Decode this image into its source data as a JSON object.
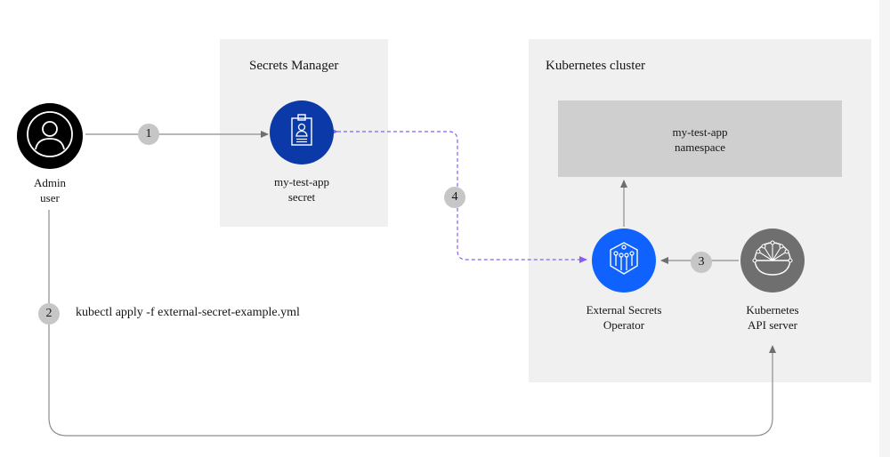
{
  "panels": {
    "secrets_manager": {
      "title": "Secrets Manager"
    },
    "kubernetes_cluster": {
      "title": "Kubernetes cluster"
    }
  },
  "nodes": {
    "admin": {
      "label": "Admin\nuser",
      "icon": "user-avatar-icon"
    },
    "secret": {
      "label": "my-test-app\nsecret",
      "icon": "id-badge-icon",
      "color": "#0b3aa8"
    },
    "namespace": {
      "label": "my-test-app\nnamespace"
    },
    "operator": {
      "label": "External Secrets\nOperator",
      "icon": "operator-hexagon-icon",
      "color": "#0f62fe"
    },
    "api_server": {
      "label": "Kubernetes\nAPI server",
      "icon": "api-server-icon",
      "color": "#6f6f6f"
    }
  },
  "steps": [
    "1",
    "2",
    "3",
    "4"
  ],
  "command": "kubectl apply -f external-secret-example.yml",
  "colors": {
    "panel_bg": "#f0f0f0",
    "namespace_bg": "#cfcfcf",
    "arrow_gray": "#8d8d8d",
    "arrow_purple": "#8a5cf6",
    "step_badge": "#c6c6c6"
  }
}
